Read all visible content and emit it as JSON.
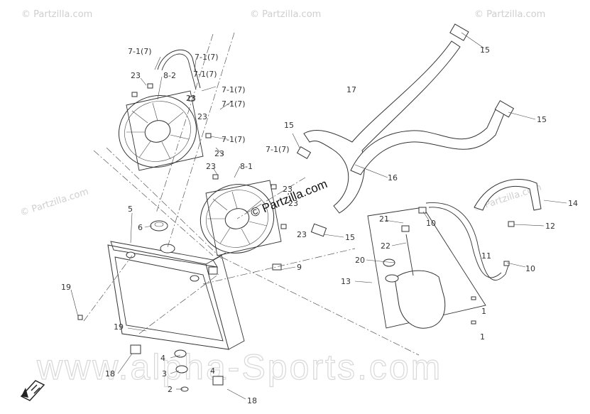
{
  "watermarks": {
    "partzilla_small": "© Partzilla.com",
    "partzilla_center": "© Partzilla.com",
    "alpha_sports": "www.alpha-Sports.com"
  },
  "callouts": {
    "c7_1_a": "7-1(7)",
    "c7_1_b": "7-1(7)",
    "c7_1_c": "7-1(7)",
    "c7_1_d": "7-1(7)",
    "c7_1_e": "7-1(7)",
    "c7_1_f": "7-1(7)",
    "c7_1_g": "7-1(7)",
    "c8_2": "8-2",
    "c8_1": "8-1",
    "c23_a": "23",
    "c23_b": "23",
    "c23_c": "23",
    "c23_d": "23",
    "c23_e": "23",
    "c23_f": "23",
    "c23_g": "23",
    "c23_h": "23",
    "c15_a": "15",
    "c15_b": "15",
    "c15_c": "15",
    "c15_d": "15",
    "c17": "17",
    "c16": "16",
    "c14": "14",
    "c12": "12",
    "c10_a": "10",
    "c10_b": "10",
    "c11": "11",
    "c21": "21",
    "c22": "22",
    "c20": "20",
    "c13": "13",
    "c1_a": "1",
    "c1_b": "1",
    "c5": "5",
    "c6": "6",
    "c9": "9",
    "c19_a": "19",
    "c19_b": "19",
    "c18_a": "18",
    "c18_b": "18",
    "c4_a": "4",
    "c4_b": "4",
    "c3": "3",
    "c2": "2"
  }
}
